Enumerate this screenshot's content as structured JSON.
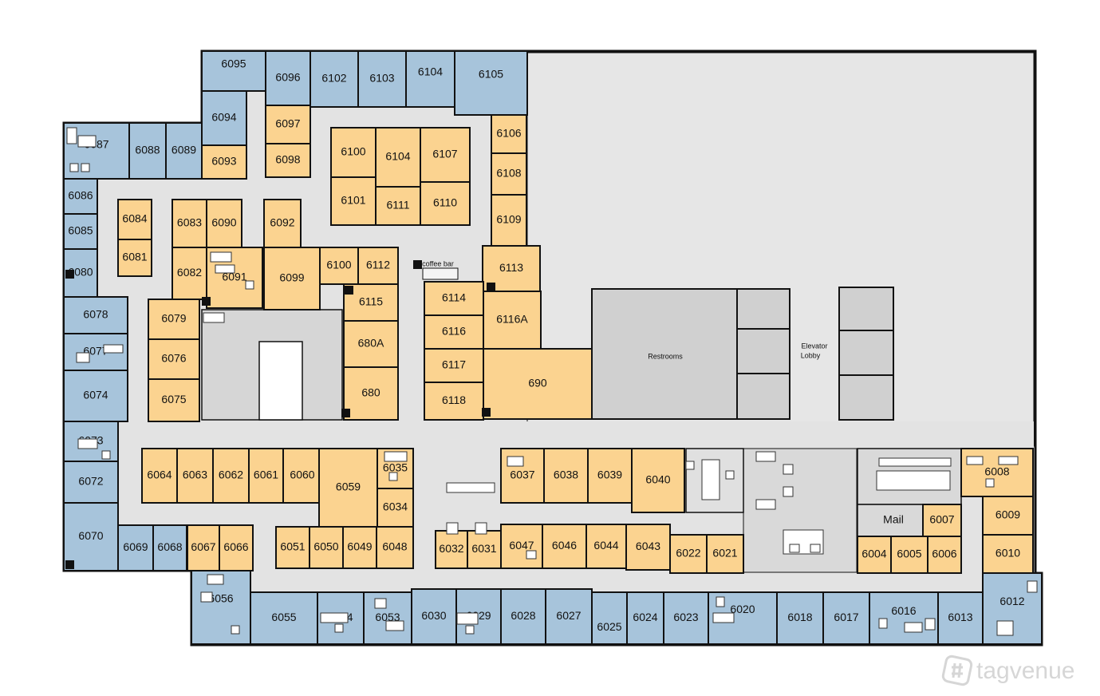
{
  "plan": {
    "colors": {
      "office": "#fbd390",
      "perimeter": "#a7c4db",
      "corridor": "#e3e3e3",
      "service": "#d9d9d9",
      "wall": "#111111"
    },
    "labels": {
      "restrooms": "Restrooms",
      "elevator": "Elevator",
      "lobby": "Lobby",
      "coffee_bar": "coffee bar",
      "mail": "Mail"
    },
    "rooms": [
      {
        "id": "6095",
        "kind": "perimeter",
        "on_plan": "6095"
      },
      {
        "id": "6096",
        "kind": "perimeter",
        "on_plan": "6096"
      },
      {
        "id": "6102",
        "kind": "perimeter",
        "on_plan": "6102"
      },
      {
        "id": "6103",
        "kind": "perimeter",
        "on_plan": "6103"
      },
      {
        "id": "6104",
        "kind": "perimeter",
        "on_plan": "6104"
      },
      {
        "id": "6105",
        "kind": "perimeter",
        "on_plan": "6105"
      },
      {
        "id": "6094",
        "kind": "perimeter",
        "on_plan": "6094"
      },
      {
        "id": "6097",
        "kind": "office",
        "on_plan": "6097"
      },
      {
        "id": "6098",
        "kind": "office",
        "on_plan": "6098"
      },
      {
        "id": "6093",
        "kind": "office",
        "on_plan": "6093"
      },
      {
        "id": "6087",
        "kind": "perimeter",
        "on_plan": "6087"
      },
      {
        "id": "6088",
        "kind": "perimeter",
        "on_plan": "6088"
      },
      {
        "id": "6089",
        "kind": "perimeter",
        "on_plan": "6089"
      },
      {
        "id": "6086",
        "kind": "perimeter",
        "on_plan": "6086"
      },
      {
        "id": "6085",
        "kind": "perimeter",
        "on_plan": "6085"
      },
      {
        "id": "6080",
        "kind": "perimeter",
        "on_plan": "6080"
      },
      {
        "id": "6078",
        "kind": "perimeter",
        "on_plan": "6078"
      },
      {
        "id": "6077",
        "kind": "perimeter",
        "on_plan": "6077"
      },
      {
        "id": "6074",
        "kind": "perimeter",
        "on_plan": "6074"
      },
      {
        "id": "6073",
        "kind": "perimeter",
        "on_plan": "6073"
      },
      {
        "id": "6072",
        "kind": "perimeter",
        "on_plan": "6072"
      },
      {
        "id": "6070",
        "kind": "perimeter",
        "on_plan": "6070"
      },
      {
        "id": "6069",
        "kind": "perimeter",
        "on_plan": "6069"
      },
      {
        "id": "6068",
        "kind": "perimeter",
        "on_plan": "6068"
      },
      {
        "id": "6084",
        "kind": "office",
        "on_plan": "6084"
      },
      {
        "id": "6081",
        "kind": "office",
        "on_plan": "6081"
      },
      {
        "id": "6083",
        "kind": "office",
        "on_plan": "6083"
      },
      {
        "id": "6090",
        "kind": "office",
        "on_plan": "6090"
      },
      {
        "id": "6092",
        "kind": "office",
        "on_plan": "6092"
      },
      {
        "id": "6082",
        "kind": "office",
        "on_plan": "6082"
      },
      {
        "id": "6091",
        "kind": "office",
        "on_plan": "6091"
      },
      {
        "id": "6099",
        "kind": "office",
        "on_plan": "6099"
      },
      {
        "id": "6100b",
        "kind": "office",
        "on_plan": "6100"
      },
      {
        "id": "6112",
        "kind": "office",
        "on_plan": "6112"
      },
      {
        "id": "6115",
        "kind": "office",
        "on_plan": "6115"
      },
      {
        "id": "680A",
        "kind": "office",
        "on_plan": "680A"
      },
      {
        "id": "680",
        "kind": "office",
        "on_plan": "680"
      },
      {
        "id": "6079",
        "kind": "office",
        "on_plan": "6079"
      },
      {
        "id": "6076",
        "kind": "office",
        "on_plan": "6076"
      },
      {
        "id": "6075",
        "kind": "office",
        "on_plan": "6075"
      },
      {
        "id": "6100",
        "kind": "office",
        "on_plan": "6100"
      },
      {
        "id": "6104b",
        "kind": "office",
        "on_plan": "6104"
      },
      {
        "id": "6107",
        "kind": "office",
        "on_plan": "6107"
      },
      {
        "id": "6101",
        "kind": "office",
        "on_plan": "6101"
      },
      {
        "id": "6111",
        "kind": "office",
        "on_plan": "6111"
      },
      {
        "id": "6110",
        "kind": "office",
        "on_plan": "6110"
      },
      {
        "id": "6106",
        "kind": "office",
        "on_plan": "6106"
      },
      {
        "id": "6108",
        "kind": "office",
        "on_plan": "6108"
      },
      {
        "id": "6109",
        "kind": "office",
        "on_plan": "6109"
      },
      {
        "id": "6113",
        "kind": "office",
        "on_plan": "6113"
      },
      {
        "id": "6114",
        "kind": "office",
        "on_plan": "6114"
      },
      {
        "id": "6116",
        "kind": "office",
        "on_plan": "6116"
      },
      {
        "id": "6117",
        "kind": "office",
        "on_plan": "6117"
      },
      {
        "id": "6118",
        "kind": "office",
        "on_plan": "6118"
      },
      {
        "id": "6116A",
        "kind": "office",
        "on_plan": "6116A"
      },
      {
        "id": "690",
        "kind": "office",
        "on_plan": "690"
      },
      {
        "id": "6064",
        "kind": "office",
        "on_plan": "6064"
      },
      {
        "id": "6063",
        "kind": "office",
        "on_plan": "6063"
      },
      {
        "id": "6062",
        "kind": "office",
        "on_plan": "6062"
      },
      {
        "id": "6061",
        "kind": "office",
        "on_plan": "6061"
      },
      {
        "id": "6060",
        "kind": "office",
        "on_plan": "6060"
      },
      {
        "id": "6059",
        "kind": "office",
        "on_plan": "6059"
      },
      {
        "id": "6035",
        "kind": "office",
        "on_plan": "6035"
      },
      {
        "id": "6034",
        "kind": "office",
        "on_plan": "6034"
      },
      {
        "id": "6067",
        "kind": "office",
        "on_plan": "6067"
      },
      {
        "id": "6066",
        "kind": "office",
        "on_plan": "6066"
      },
      {
        "id": "6051",
        "kind": "office",
        "on_plan": "6051"
      },
      {
        "id": "6050",
        "kind": "office",
        "on_plan": "6050"
      },
      {
        "id": "6049",
        "kind": "office",
        "on_plan": "6049"
      },
      {
        "id": "6048",
        "kind": "office",
        "on_plan": "6048"
      },
      {
        "id": "6037",
        "kind": "office",
        "on_plan": "6037"
      },
      {
        "id": "6038",
        "kind": "office",
        "on_plan": "6038"
      },
      {
        "id": "6039",
        "kind": "office",
        "on_plan": "6039"
      },
      {
        "id": "6040",
        "kind": "office",
        "on_plan": "6040"
      },
      {
        "id": "6032",
        "kind": "office",
        "on_plan": "6032"
      },
      {
        "id": "6031",
        "kind": "office",
        "on_plan": "6031"
      },
      {
        "id": "6047",
        "kind": "office",
        "on_plan": "6047"
      },
      {
        "id": "6046",
        "kind": "office",
        "on_plan": "6046"
      },
      {
        "id": "6044",
        "kind": "office",
        "on_plan": "6044"
      },
      {
        "id": "6043",
        "kind": "office",
        "on_plan": "6043"
      },
      {
        "id": "6022",
        "kind": "office",
        "on_plan": "6022"
      },
      {
        "id": "6021",
        "kind": "office",
        "on_plan": "6021"
      },
      {
        "id": "6008",
        "kind": "office",
        "on_plan": "6008"
      },
      {
        "id": "6009",
        "kind": "office",
        "on_plan": "6009"
      },
      {
        "id": "6010",
        "kind": "office",
        "on_plan": "6010"
      },
      {
        "id": "6007",
        "kind": "office",
        "on_plan": "6007"
      },
      {
        "id": "6004",
        "kind": "office",
        "on_plan": "6004"
      },
      {
        "id": "6005",
        "kind": "office",
        "on_plan": "6005"
      },
      {
        "id": "6006",
        "kind": "office",
        "on_plan": "6006"
      },
      {
        "id": "6056",
        "kind": "perimeter",
        "on_plan": "6056"
      },
      {
        "id": "6055",
        "kind": "perimeter",
        "on_plan": "6055"
      },
      {
        "id": "6054",
        "kind": "perimeter",
        "on_plan": "6054"
      },
      {
        "id": "6053",
        "kind": "perimeter",
        "on_plan": "6053"
      },
      {
        "id": "6030",
        "kind": "perimeter",
        "on_plan": "6030"
      },
      {
        "id": "6029",
        "kind": "perimeter",
        "on_plan": "6029"
      },
      {
        "id": "6028",
        "kind": "perimeter",
        "on_plan": "6028"
      },
      {
        "id": "6027",
        "kind": "perimeter",
        "on_plan": "6027"
      },
      {
        "id": "6025",
        "kind": "perimeter",
        "on_plan": "6025"
      },
      {
        "id": "6024",
        "kind": "perimeter",
        "on_plan": "6024"
      },
      {
        "id": "6023",
        "kind": "perimeter",
        "on_plan": "6023"
      },
      {
        "id": "6020",
        "kind": "perimeter",
        "on_plan": "6020"
      },
      {
        "id": "6018",
        "kind": "perimeter",
        "on_plan": "6018"
      },
      {
        "id": "6017",
        "kind": "perimeter",
        "on_plan": "6017"
      },
      {
        "id": "6016",
        "kind": "perimeter",
        "on_plan": "6016"
      },
      {
        "id": "6013",
        "kind": "perimeter",
        "on_plan": "6013"
      },
      {
        "id": "6012",
        "kind": "perimeter",
        "on_plan": "6012"
      }
    ]
  },
  "watermark": {
    "text": "tagvenue"
  }
}
